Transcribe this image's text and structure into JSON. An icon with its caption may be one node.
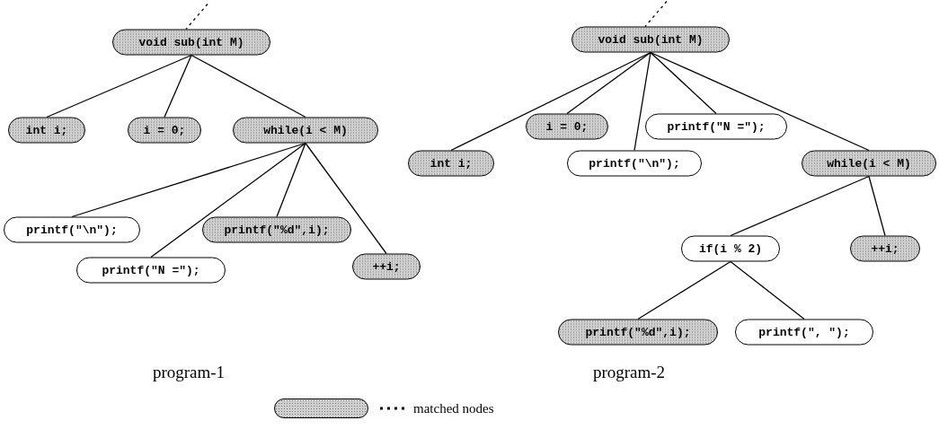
{
  "diagram": {
    "nodes": [
      {
        "text": [
          "void sub(int M)"
        ]
      },
      {
        "text": [
          "int i;"
        ]
      },
      {
        "text": [
          "i = 0;"
        ]
      },
      {
        "text": [
          "while(i < M)"
        ]
      },
      {
        "text": [
          "printf(\"\\n\");"
        ]
      },
      {
        "text": [
          "printf(\"N =\");"
        ]
      },
      {
        "text": [
          "printf(\"%d\",i);"
        ]
      },
      {
        "text": [
          "++i;"
        ]
      },
      {
        "text": [
          "void sub(int M)"
        ]
      },
      {
        "text": [
          "int i;"
        ]
      },
      {
        "text": [
          "i = 0;"
        ]
      },
      {
        "text": [
          "printf(\"\\n\");"
        ]
      },
      {
        "text": [
          "printf(\"N =\");"
        ]
      },
      {
        "text": [
          "while(i < M)"
        ]
      },
      {
        "text": [
          "if(i % 2)"
        ]
      },
      {
        "text": [
          "++i;"
        ]
      },
      {
        "text": [
          "printf(\"%d\",i);"
        ]
      },
      {
        "text": [
          "printf(\", \");"
        ]
      }
    ],
    "edges": [
      {
        "from": null,
        "to": 0,
        "arrow": "none",
        "style": "dashed"
      },
      {
        "from": 0,
        "to": 1,
        "arrow": "none"
      },
      {
        "from": 0,
        "to": 2,
        "arrow": "none"
      },
      {
        "from": 0,
        "to": 3,
        "arrow": "none"
      },
      {
        "from": 3,
        "to": 4,
        "arrow": "none"
      },
      {
        "from": 3,
        "to": 5,
        "arrow": "none"
      },
      {
        "from": 3,
        "to": 6,
        "arrow": "none"
      },
      {
        "from": 3,
        "to": 7,
        "arrow": "none"
      },
      {
        "from": null,
        "to": 8,
        "arrow": "none",
        "style": "dashed"
      },
      {
        "from": 8,
        "to": 9,
        "arrow": "none"
      },
      {
        "from": 8,
        "to": 10,
        "arrow": "none"
      },
      {
        "from": 8,
        "to": 11,
        "arrow": "none"
      },
      {
        "from": 8,
        "to": 12,
        "arrow": "none"
      },
      {
        "from": 8,
        "to": 13,
        "arrow": "none"
      },
      {
        "from": 13,
        "to": 14,
        "arrow": "none"
      },
      {
        "from": 13,
        "to": 15,
        "arrow": "none"
      },
      {
        "from": 14,
        "to": 16,
        "arrow": "none"
      },
      {
        "from": 14,
        "to": 17,
        "arrow": "none"
      }
    ],
    "labels": [
      "program-1",
      "program-2"
    ],
    "legend": [
      {
        "text": "matched nodes",
        "color": "#cfcfcf"
      }
    ]
  }
}
